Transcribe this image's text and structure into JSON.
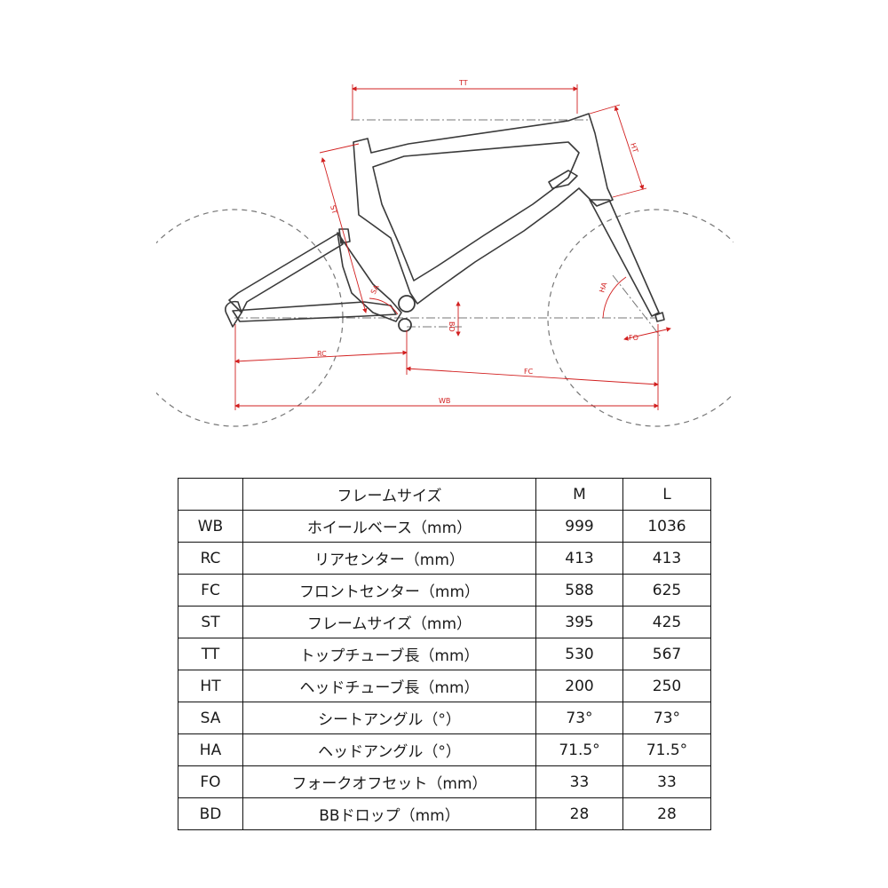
{
  "diagram": {
    "labels": {
      "tt": "TT",
      "ht": "HT",
      "st": "ST",
      "sa": "SA",
      "ha": "HA",
      "bd": "BD",
      "fo": "FO",
      "rc": "RC",
      "fc": "FC",
      "wb": "WB"
    },
    "line_color": "#3a3a3a",
    "dimension_color": "#d22020"
  },
  "table": {
    "header": [
      "",
      "フレームサイズ",
      "M",
      "L"
    ],
    "rows": [
      {
        "code": "WB",
        "name": "ホイールベース（mm）",
        "m": "999",
        "l": "1036"
      },
      {
        "code": "RC",
        "name": "リアセンター（mm）",
        "m": "413",
        "l": "413"
      },
      {
        "code": "FC",
        "name": "フロントセンター（mm）",
        "m": "588",
        "l": "625"
      },
      {
        "code": "ST",
        "name": "フレームサイズ（mm）",
        "m": "395",
        "l": "425"
      },
      {
        "code": "TT",
        "name": "トップチューブ長（mm）",
        "m": "530",
        "l": "567"
      },
      {
        "code": "HT",
        "name": "ヘッドチューブ長（mm）",
        "m": "200",
        "l": "250"
      },
      {
        "code": "SA",
        "name": "シートアングル（°）",
        "m": "73°",
        "l": "73°"
      },
      {
        "code": "HA",
        "name": "ヘッドアングル（°）",
        "m": "71.5°",
        "l": "71.5°"
      },
      {
        "code": "FO",
        "name": "フォークオフセット（mm）",
        "m": "33",
        "l": "33"
      },
      {
        "code": "BD",
        "name": "BBドロップ（mm）",
        "m": "28",
        "l": "28"
      }
    ]
  }
}
